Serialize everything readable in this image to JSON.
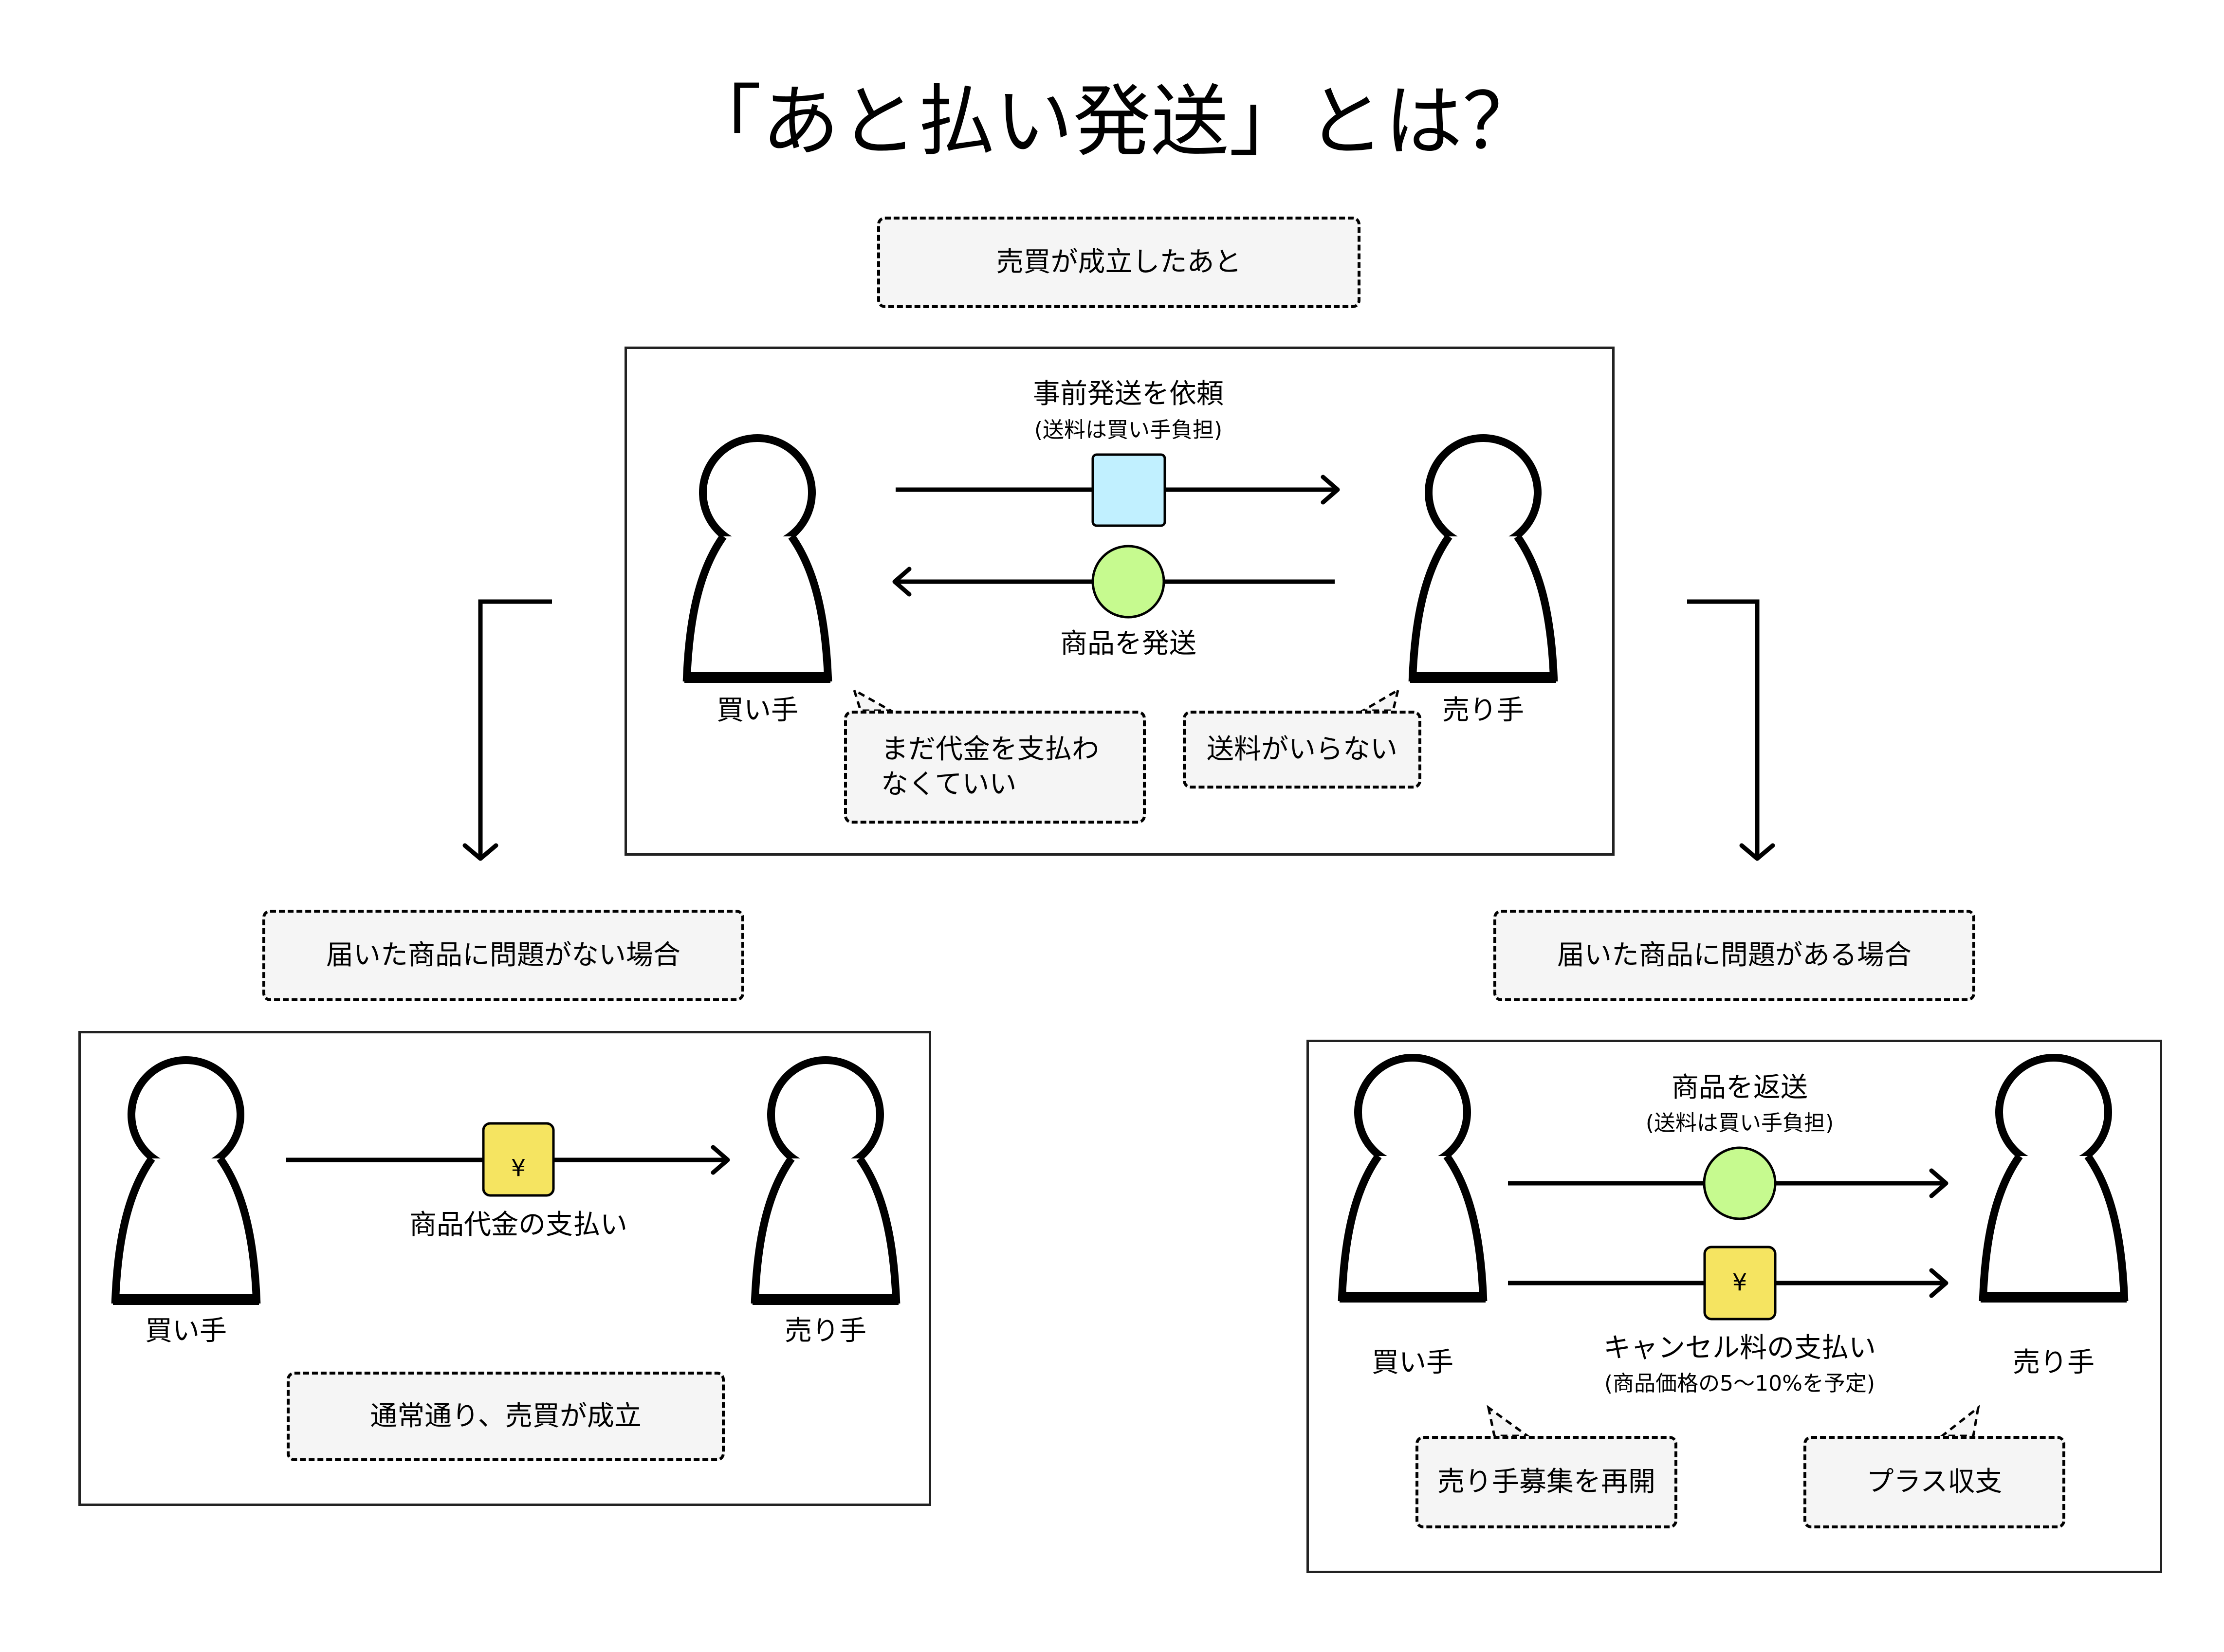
{
  "title": "「あと払い発送」とは？",
  "top": {
    "condition_label": "売買が成立したあと",
    "buyer_label": "買い手",
    "seller_label": "売り手",
    "request_label": "事前発送を依頼",
    "request_sublabel": "(送料は買い手負担)",
    "ship_label": "商品を発送",
    "buyer_note": "まだ代金を支払わなくていい",
    "seller_note": "送料がいらない"
  },
  "left_case": {
    "condition_label": "届いた商品に問題がない場合",
    "buyer_label": "買い手",
    "seller_label": "売り手",
    "payment_label": "商品代金の支払い",
    "payment_icon": "¥",
    "result_note": "通常通り、売買が成立"
  },
  "right_case": {
    "condition_label": "届いた商品に問題がある場合",
    "buyer_label": "買い手",
    "seller_label": "売り手",
    "return_label": "商品を返送",
    "return_sublabel": "(送料は買い手負担)",
    "cancel_label": "キャンセル料の支払い",
    "cancel_sublabel": "(商品価格の5〜10%を予定)",
    "payment_icon": "¥",
    "buyer_note": "売り手募集を再開",
    "seller_note": "プラス収支"
  },
  "colors": {
    "request_token": "#c1f0ff",
    "item_token": "#c6fa8f",
    "money_token": "#f5e461",
    "note_bg": "#f5f5f5"
  }
}
